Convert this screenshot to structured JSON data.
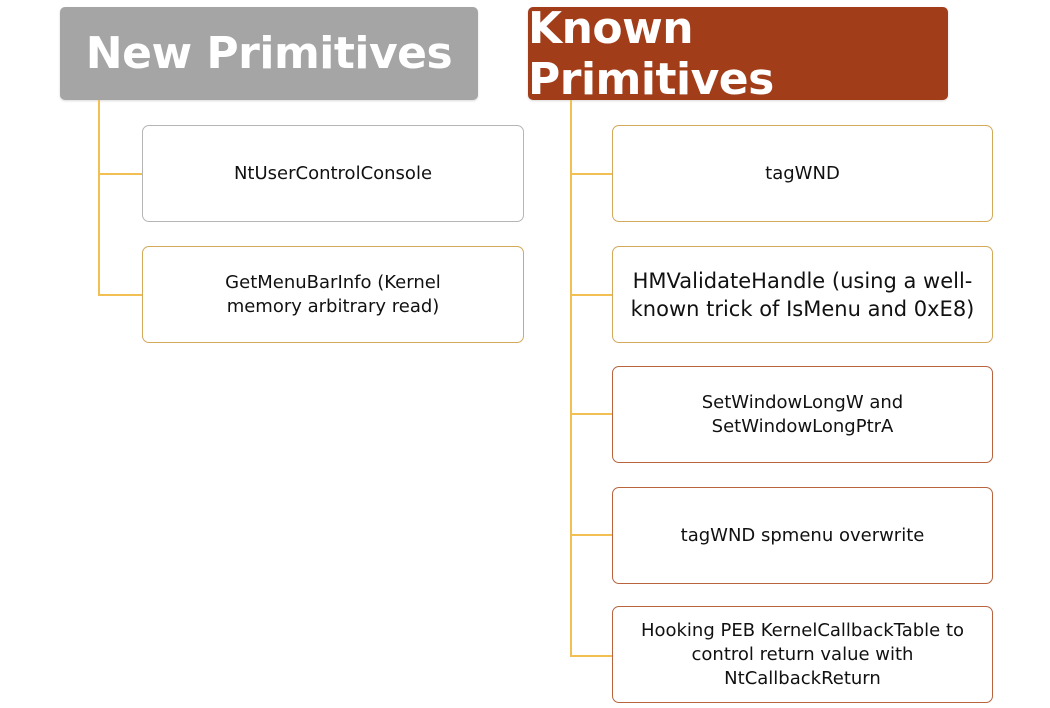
{
  "groups": [
    {
      "title": "New Primitives",
      "color": "#a5a5a5",
      "items": [
        "NtUserControlConsole",
        "GetMenuBarInfo (Kernel memory arbitrary read)"
      ]
    },
    {
      "title": "Known Primitives",
      "color": "#a23d1a",
      "items": [
        "tagWND",
        "HMValidateHandle (using a well-known trick of IsMenu and 0xE8)",
        "SetWindowLongW and SetWindowLongPtrA",
        "tagWND spmenu overwrite",
        "Hooking PEB KernelCallbackTable to control return value with NtCallbackReturn"
      ]
    }
  ],
  "connector_color": "#f2bf52"
}
